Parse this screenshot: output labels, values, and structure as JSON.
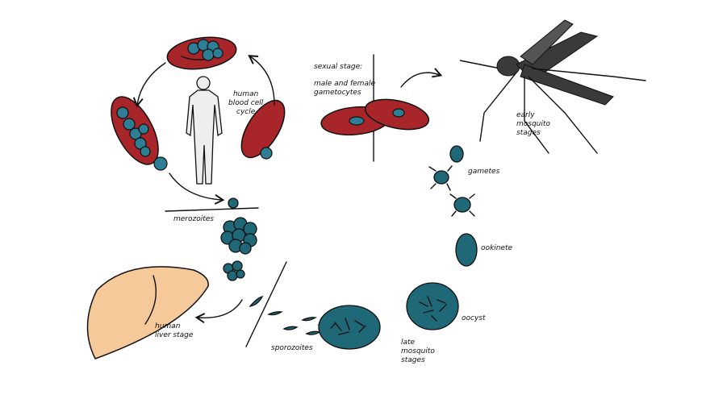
{
  "title": "Malaria parasite life cycle",
  "labels": {
    "blood_cycle": [
      "human",
      "blood cell",
      "cycle"
    ],
    "sexual_stage": "sexual stage:",
    "gametocytes": [
      "male and female",
      "gametocytes"
    ],
    "early_mosquito": [
      "early",
      "mosquito",
      "stages"
    ],
    "gametes": "gametes",
    "ookinete": "ookinete",
    "oocyst": "oocyst",
    "late_mosquito": [
      "late",
      "mosquito",
      "stages"
    ],
    "sporozoites": "sporozoites",
    "liver_stage": [
      "human",
      "liver stage"
    ],
    "merozoites": "merozoites"
  },
  "colors": {
    "red_cell": "#a8262a",
    "parasite": "#2e7f95",
    "liver": "#f6c99a",
    "mosquito": "#3a3a3a"
  }
}
